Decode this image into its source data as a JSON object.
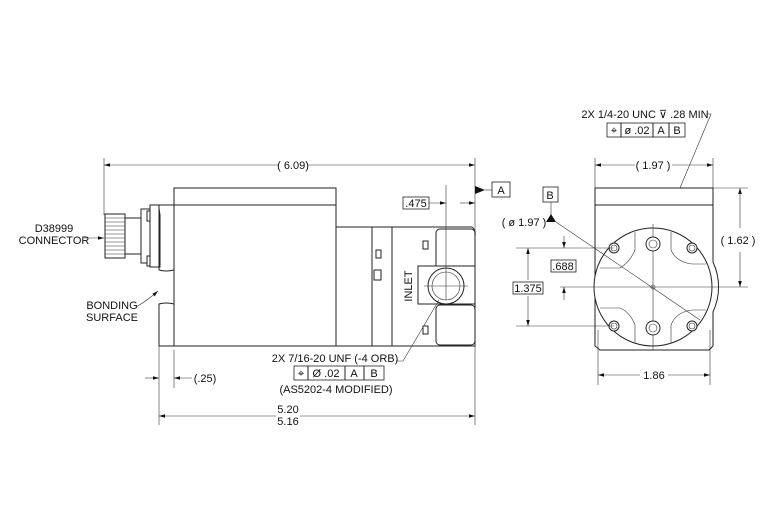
{
  "side_view": {
    "overall_length": "( 6.09)",
    "connector_label_line1": "D38999",
    "connector_label_line2": "CONNECTOR",
    "bonding_label_line1": "BONDING",
    "bonding_label_line2": "SURFACE",
    "port_offset": ".475",
    "datum_a": "A",
    "inlet_label": "INLET",
    "port_callout": "2X 7/16-20 UNF (-4 ORB)",
    "port_fcf": {
      "symbol": "⌖",
      "tolerance": "Ø .02",
      "datum1": "A",
      "datum2": "B"
    },
    "port_spec": "(AS5202-4 MODIFIED)",
    "flange_offset": "(.25)",
    "length_max": "5.20",
    "length_min": "5.16"
  },
  "end_view": {
    "hole_callout": "2X 1/4-20 UNC  ⊽ .28 MIN",
    "hole_fcf": {
      "symbol": "⌖",
      "tolerance": "ø .02",
      "datum1": "A",
      "datum2": "B"
    },
    "width_top": "( 1.97 )",
    "height": "( 1.62 )",
    "datum_b": "B",
    "bolt_circle": "( ø 1.97 )",
    "half_spacing": ".688",
    "spacing": "1.375",
    "width_bottom": "1.86"
  }
}
